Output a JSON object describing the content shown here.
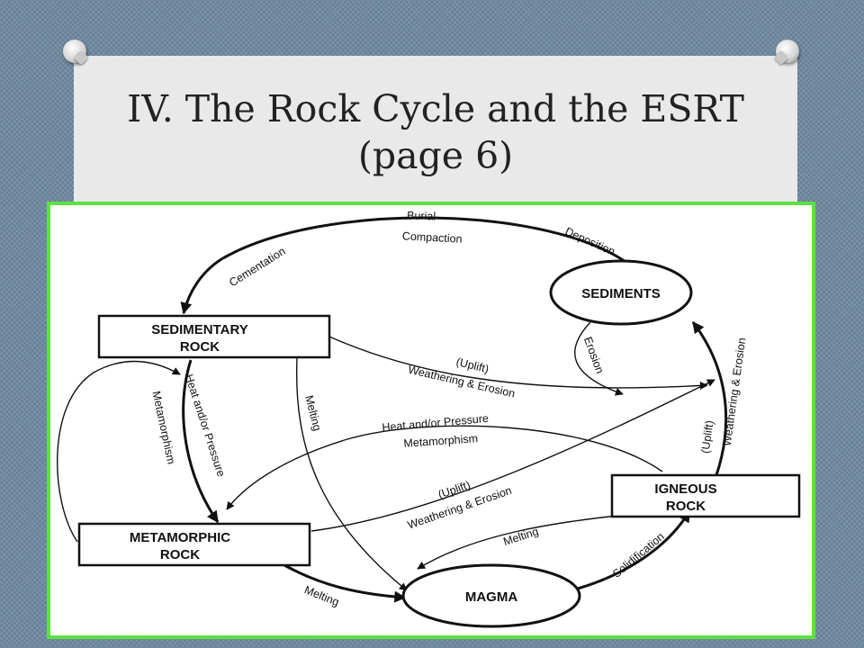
{
  "slide": {
    "title_line1": "IV. The Rock Cycle and the ESRT",
    "title_line2": "(page 6)"
  },
  "diagram": {
    "nodes": {
      "sediments": "SEDIMENTS",
      "sedimentary_line1": "SEDIMENTARY",
      "sedimentary_line2": "ROCK",
      "metamorphic_line1": "METAMORPHIC",
      "metamorphic_line2": "ROCK",
      "igneous_line1": "IGNEOUS",
      "igneous_line2": "ROCK",
      "magma": "MAGMA"
    },
    "labels": {
      "burial": "Burial",
      "compaction": "Compaction",
      "deposition": "Deposition",
      "cementation": "Cementation",
      "erosion": "Erosion",
      "uplift_1": "(Uplift)",
      "weathering_erosion_1": "Weathering & Erosion",
      "heat_pressure_1": "Heat and/or Pressure",
      "metamorphism_1": "Metamorphism",
      "heat_pressure_2": "Heat and/or Pressure",
      "metamorphism_2": "Metamorphism",
      "melting_1": "Melting",
      "uplift_2": "(Uplift)",
      "weathering_erosion_2": "Weathering & Erosion",
      "uplift_3": "(Uplift)",
      "weathering_erosion_3": "Weathering & Erosion",
      "melting_2": "Melting",
      "melting_3": "Melting",
      "solidification": "Solidification"
    }
  },
  "colors": {
    "frame_border": "#5ce23f",
    "panel": "#e9e9e9"
  }
}
